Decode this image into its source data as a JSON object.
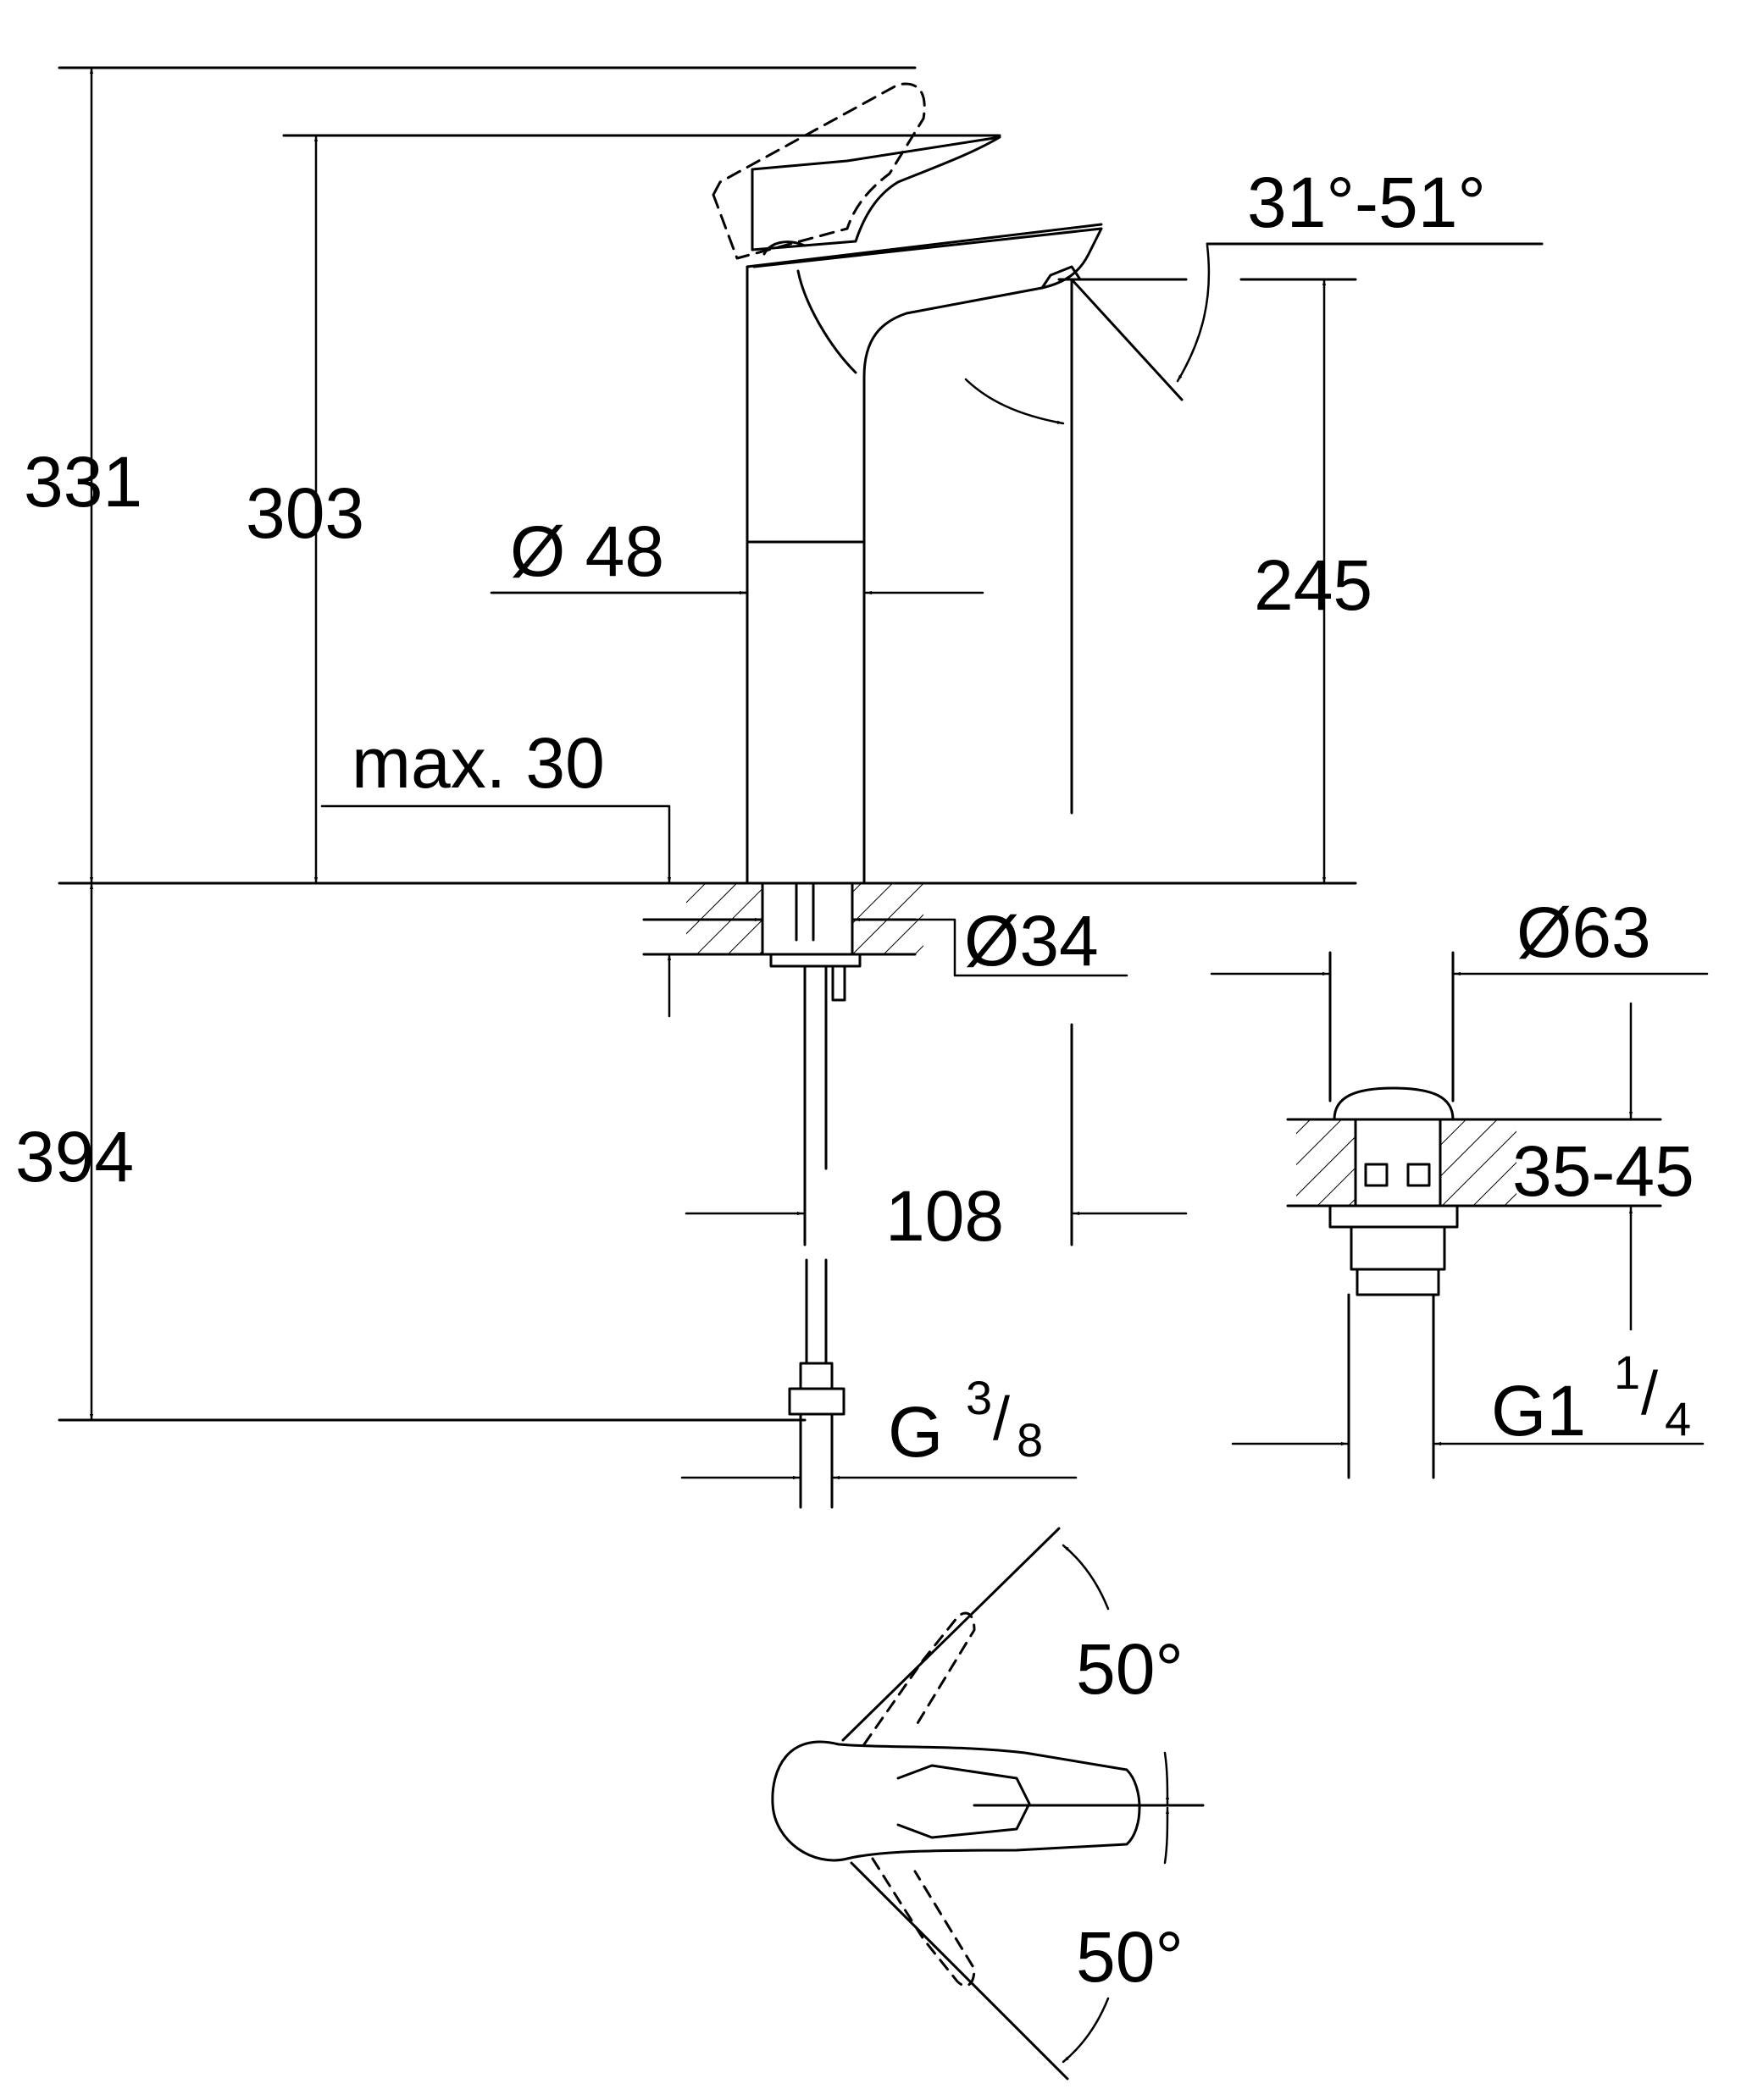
{
  "dimensions": {
    "total_height": "331",
    "lever_height": "303",
    "spout_height": "245",
    "body_diameter": "Ø 48",
    "max_deck": "max. 30",
    "spout_angle": "31°-51°",
    "hole_diameter": "Ø34",
    "below_deck": "394",
    "projection": "108",
    "waste_diameter": "Ø63",
    "basin_thickness": "35-45",
    "connection_supply": {
      "main": "G",
      "num": "3",
      "slash": "/",
      "den": "8"
    },
    "connection_waste": {
      "main": "G1",
      "num": "1",
      "slash": "/",
      "den": "4"
    },
    "rotation_left": "50°",
    "rotation_right": "50°"
  },
  "colors": {
    "line": "#000000",
    "background": "#ffffff"
  }
}
